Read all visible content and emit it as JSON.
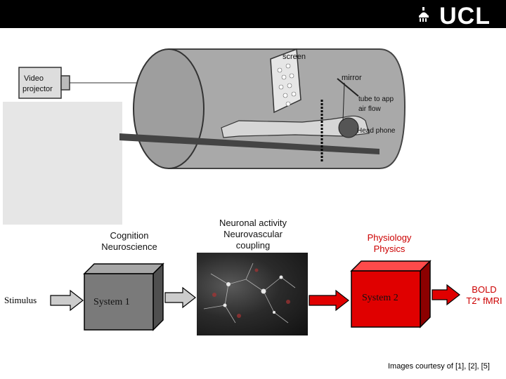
{
  "header": {
    "logo_text": "UCL"
  },
  "scanner": {
    "labels": {
      "projector_line1": "Video",
      "projector_line2": "projector",
      "screen": "screen",
      "mirror": "mirror",
      "tube_line1": "tube to app",
      "tube_line2": "air flow",
      "head_phone": "Head phone"
    }
  },
  "flow": {
    "stimulus": "Stimulus",
    "system1": "System 1",
    "system2": "System 2",
    "cognition_line1": "Cognition",
    "cognition_line2": "Neuroscience",
    "neuronal_line1": "Neuronal activity",
    "neuronal_line2": "Neurovascular",
    "neuronal_line3": "coupling",
    "physiology_line1": "Physiology",
    "physiology_line2": "Physics",
    "bold_line1": "BOLD",
    "bold_line2": "T2* fMRI"
  },
  "footer": {
    "courtesy": "Images courtesy of [1], [2], [5]"
  },
  "colors": {
    "system1_face": "#7a7a7a",
    "system2_face": "#e00000",
    "accent_red": "#cc0000"
  }
}
